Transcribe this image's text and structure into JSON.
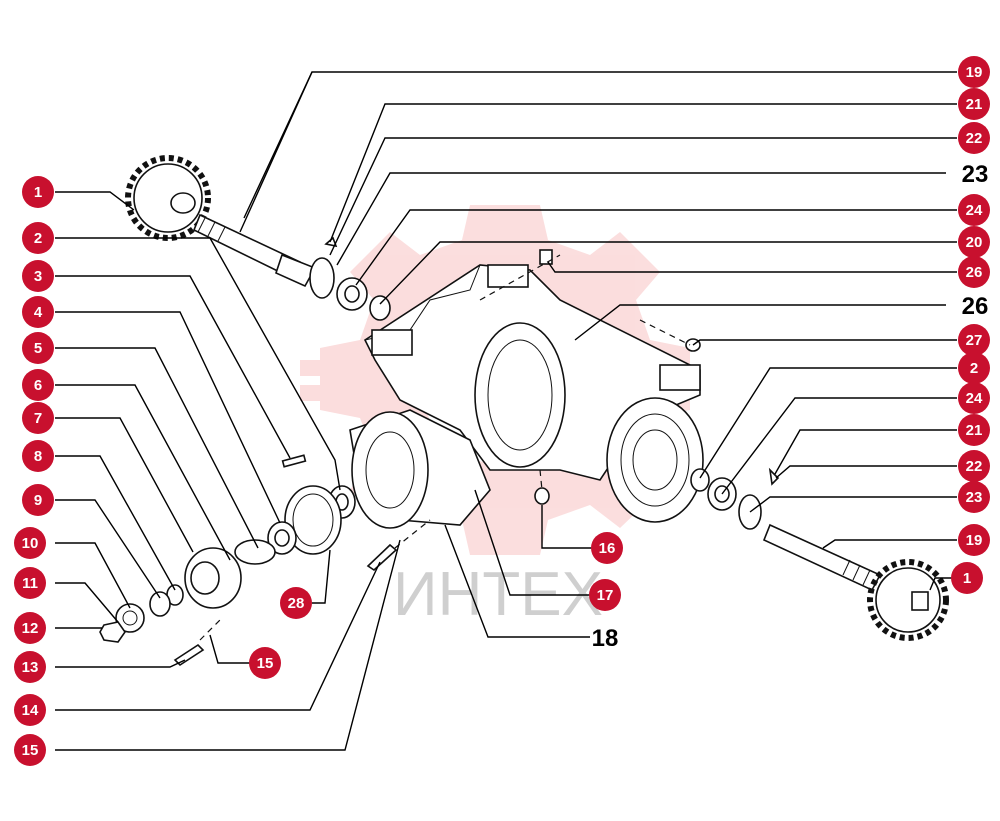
{
  "watermark": {
    "text": "ИНТЕХ",
    "color": "#f4b6b6"
  },
  "colors": {
    "badge": "#c8102e",
    "badge_text": "#ffffff",
    "line": "#000000"
  },
  "callouts": {
    "c19_top": "19",
    "c21_top": "21",
    "c22_top": "22",
    "c23_top": "23",
    "c24_top": "24",
    "c20": "20",
    "c26_top": "26",
    "c26_plain": "26",
    "c27": "27",
    "c2_right": "2",
    "c24_right": "24",
    "c21_right": "21",
    "c22_right": "22",
    "c23_right": "23",
    "c19_right": "19",
    "c1_right": "1",
    "c16": "16",
    "c17": "17",
    "c18": "18",
    "c1_left": "1",
    "c2_left": "2",
    "c3": "3",
    "c4": "4",
    "c5": "5",
    "c6": "6",
    "c7": "7",
    "c8": "8",
    "c9": "9",
    "c10": "10",
    "c11": "11",
    "c12": "12",
    "c13": "13",
    "c14": "14",
    "c15_bottom": "15",
    "c15_mid": "15",
    "c28": "28"
  }
}
